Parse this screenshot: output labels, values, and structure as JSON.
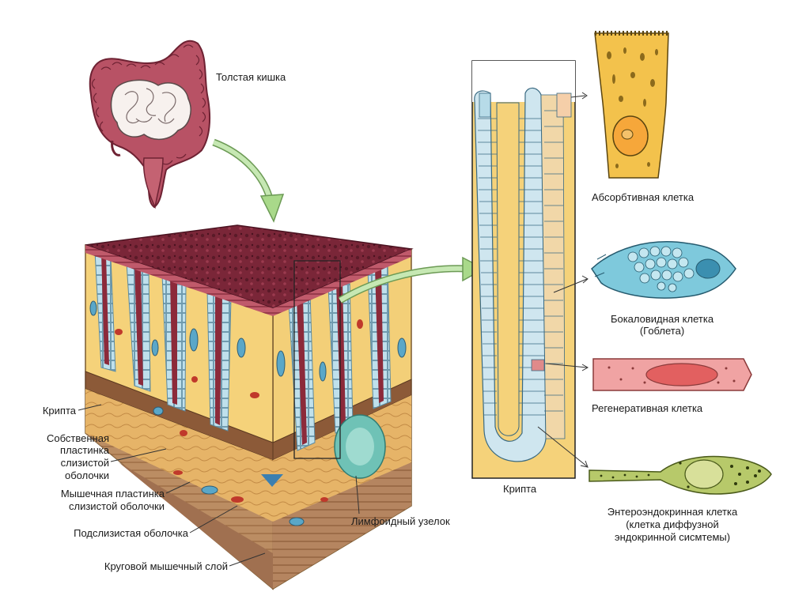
{
  "labels": {
    "colon": "Толстая кишка",
    "absorptive": "Абсорбтивная клетка",
    "goblet_1": "Бокаловидная клетка",
    "goblet_2": "(Гоблета)",
    "regenerative": "Регенеративная клетка",
    "enteroendocrine_1": "Энтероэндокринная клетка",
    "enteroendocrine_2": "(клетка диффузной",
    "enteroendocrine_3": "эндокринной сисмтемы)",
    "crypt_left": "Крипта",
    "lamina_propria_1": "Собственная",
    "lamina_propria_2": "пластинка",
    "lamina_propria_3": "слизистой",
    "lamina_propria_4": "оболочки",
    "muscularis_mucosae_1": "Мышечная пластинка",
    "muscularis_mucosae_2": "слизистой оболочки",
    "submucosa": "Подслизистая оболочка",
    "circular_muscle": "Круговой мышечный слой",
    "lymphoid_nodule": "Лимфоидный узелок",
    "crypt_right": "Крипта"
  },
  "colors": {
    "lamina": "#f5d27a",
    "crypt_red": "#8c2a3a",
    "surface": "#6e2235",
    "cell_blue": "#a8cfe0",
    "cell_pink": "#f1c6b0",
    "colon": "#b04a5c",
    "arrow_green": "#a9d98a"
  }
}
